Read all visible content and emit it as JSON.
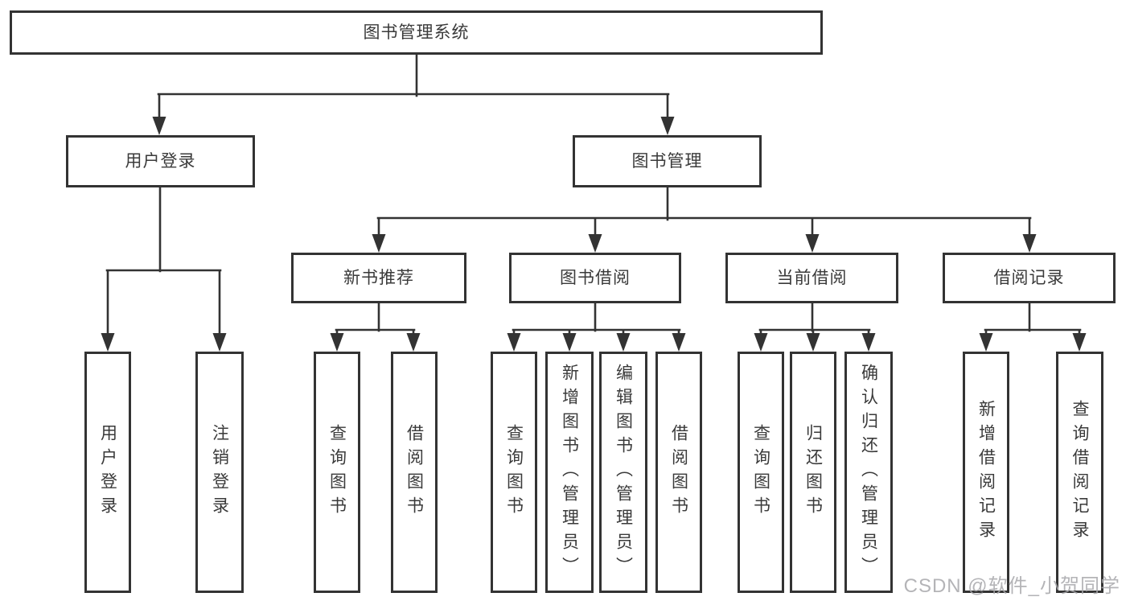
{
  "root": {
    "label": "图书管理系统"
  },
  "branches": [
    {
      "label": "用户登录",
      "children": [
        {
          "label": "用户登录"
        },
        {
          "label": "注销登录"
        }
      ]
    },
    {
      "label": "图书管理",
      "children": [
        {
          "label": "新书推荐",
          "children": [
            {
              "label": "查询图书"
            },
            {
              "label": "借阅图书"
            }
          ]
        },
        {
          "label": "图书借阅",
          "children": [
            {
              "label": "查询图书"
            },
            {
              "label": "新增图书（管理员）"
            },
            {
              "label": "编辑图书（管理员）"
            },
            {
              "label": "借阅图书"
            }
          ]
        },
        {
          "label": "当前借阅",
          "children": [
            {
              "label": "查询图书"
            },
            {
              "label": "归还图书"
            },
            {
              "label": "确认归还（管理员）"
            }
          ]
        },
        {
          "label": "借阅记录",
          "children": [
            {
              "label": "新增借阅记录"
            },
            {
              "label": "查询借阅记录"
            }
          ]
        }
      ]
    }
  ],
  "watermark": "CSDN @软件_小贺同学",
  "colors": {
    "line": "#333333",
    "text": "#3a3a3a",
    "background": "#ffffff",
    "watermark": "#a7a7ab"
  }
}
